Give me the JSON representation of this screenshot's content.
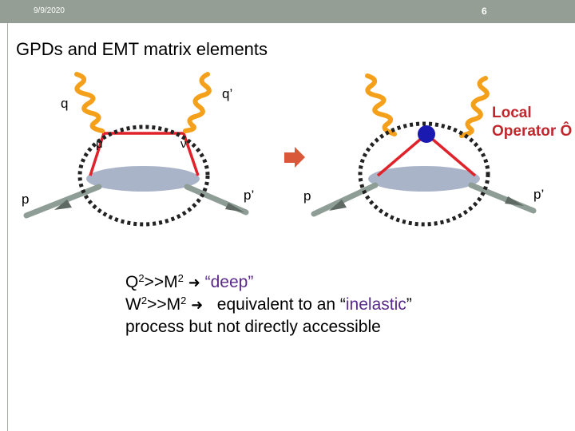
{
  "header": {
    "date": "9/9/2020",
    "slide_number": "6"
  },
  "title": "GPDs and EMT matrix elements",
  "left_diagram": {
    "incoming_photon_label": "q",
    "outgoing_photon_label": "q’",
    "vertex_left_label": "μ",
    "vertex_right_label": "ν",
    "incoming_proton_label": "p",
    "outgoing_proton_label": "p’"
  },
  "right_diagram": {
    "incoming_proton_label": "p",
    "outgoing_proton_label": "p’",
    "operator_line1": "Local",
    "operator_line2": "Operator Ô"
  },
  "body": {
    "line1_prefix": "Q",
    "line1_exp1": "2",
    "line1_mid": ">>M",
    "line1_exp2": "2",
    "line1_arrow": "➜",
    "line1_note": "“deep”",
    "line2_prefix": "W",
    "line2_exp1": "2",
    "line2_mid": ">>M",
    "line2_exp2": "2",
    "line2_arrow": "➜",
    "line2_text": "equivalent to an “",
    "line2_highlight": "inelastic",
    "line2_end": "”",
    "line3_text": "process but not directly accessible"
  },
  "colors": {
    "photon": "#f5a01a",
    "quark_line": "#e0222a",
    "proton_blob": "#aab4c8",
    "proton_line": "#8e9e96",
    "transition_arrow": "#d9583a",
    "operator_dot": "#1a1ab0",
    "accent_text": "#c0282e",
    "header_bar": "#949e94"
  }
}
